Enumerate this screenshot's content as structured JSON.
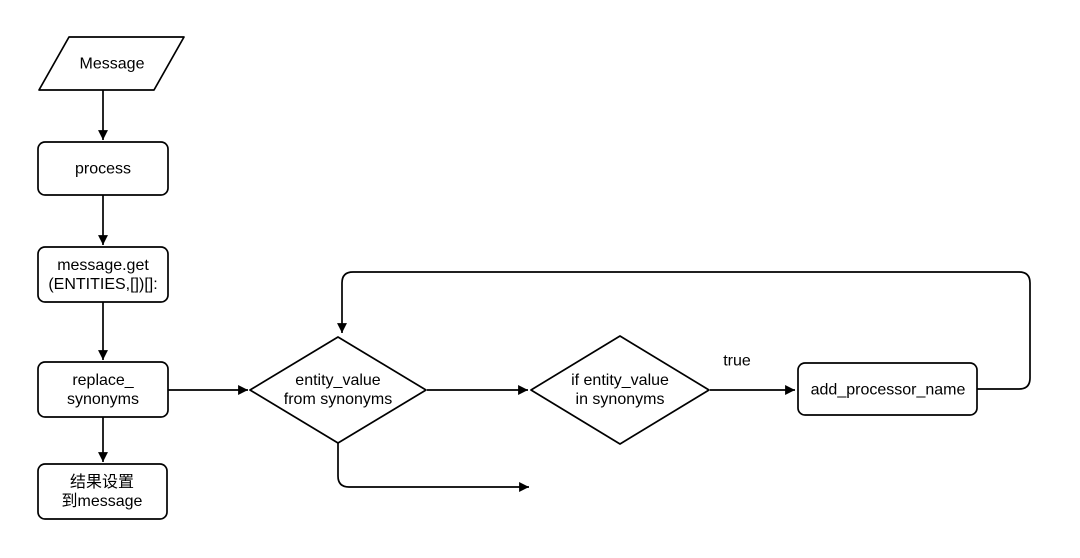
{
  "diagram": {
    "colors": {
      "background": "#ffffff",
      "stroke": "#000000",
      "text": "#000000"
    },
    "nodes": {
      "start": {
        "label": "Message"
      },
      "process": {
        "label": "process"
      },
      "get_entities": {
        "line1": "message.get",
        "line2": "(ENTITIES,[])[]:"
      },
      "replace_synonyms": {
        "line1": "replace_",
        "line2": "synonyms"
      },
      "set_result": {
        "line1": "结果设置",
        "line2": "到message"
      },
      "from_synonyms_decision": {
        "line1": "entity_value",
        "line2": "from synonyms"
      },
      "in_synonyms_decision": {
        "line1": "if entity_value",
        "line2": "in synonyms"
      },
      "add_processor_name": {
        "label": "add_processor_name"
      }
    },
    "edges": {
      "true_label": "true"
    }
  }
}
